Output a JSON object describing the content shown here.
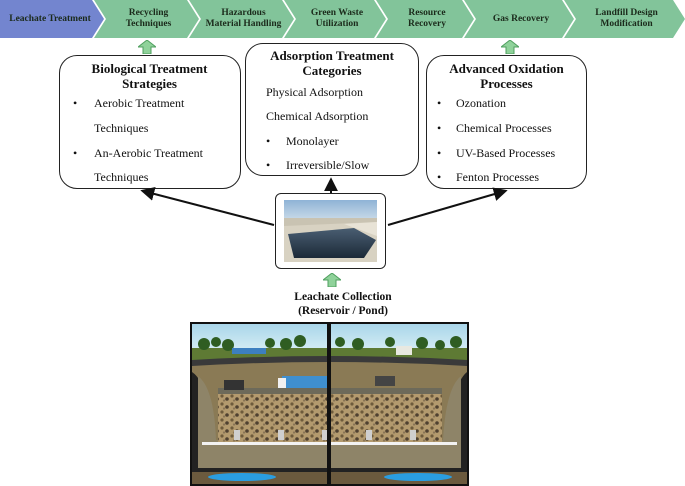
{
  "chevrons": [
    {
      "label": "Leachate Treatment",
      "color": "#6f7fcf"
    },
    {
      "label": "Recycling Techniques",
      "color": "#7fbf8f"
    },
    {
      "label": "Hazardous Material Handling",
      "color": "#7fbf8f"
    },
    {
      "label": "Green Waste Utilization",
      "color": "#7fbf8f"
    },
    {
      "label": "Resource Recovery",
      "color": "#7fbf8f"
    },
    {
      "label": "Gas Recovery",
      "color": "#7fbf8f"
    },
    {
      "label": "Landfill Design Modification",
      "color": "#7fbf8f"
    }
  ],
  "biological": {
    "title": "Biological Treatment Strategies",
    "items": [
      "Aerobic Treatment",
      "Techniques",
      "An-Aerobic Treatment",
      "Techniques"
    ]
  },
  "adsorption": {
    "title": "Adsorption Treatment Categories",
    "items": [
      "Physical Adsorption",
      "Chemical Adsorption",
      "Monolayer",
      "Irreversible/Slow"
    ]
  },
  "oxidation": {
    "title": "Advanced Oxidation Processes",
    "items": [
      "Ozonation",
      "Chemical Processes",
      "UV-Based Processes",
      "Fenton Processes"
    ]
  },
  "collection": {
    "line1": "Leachate Collection",
    "line2": "(Reservoir / Pond)"
  },
  "colors": {
    "arrow_green": "#8fcf8f",
    "arrow_green_stroke": "#4f9f5f",
    "border": "#222222"
  }
}
